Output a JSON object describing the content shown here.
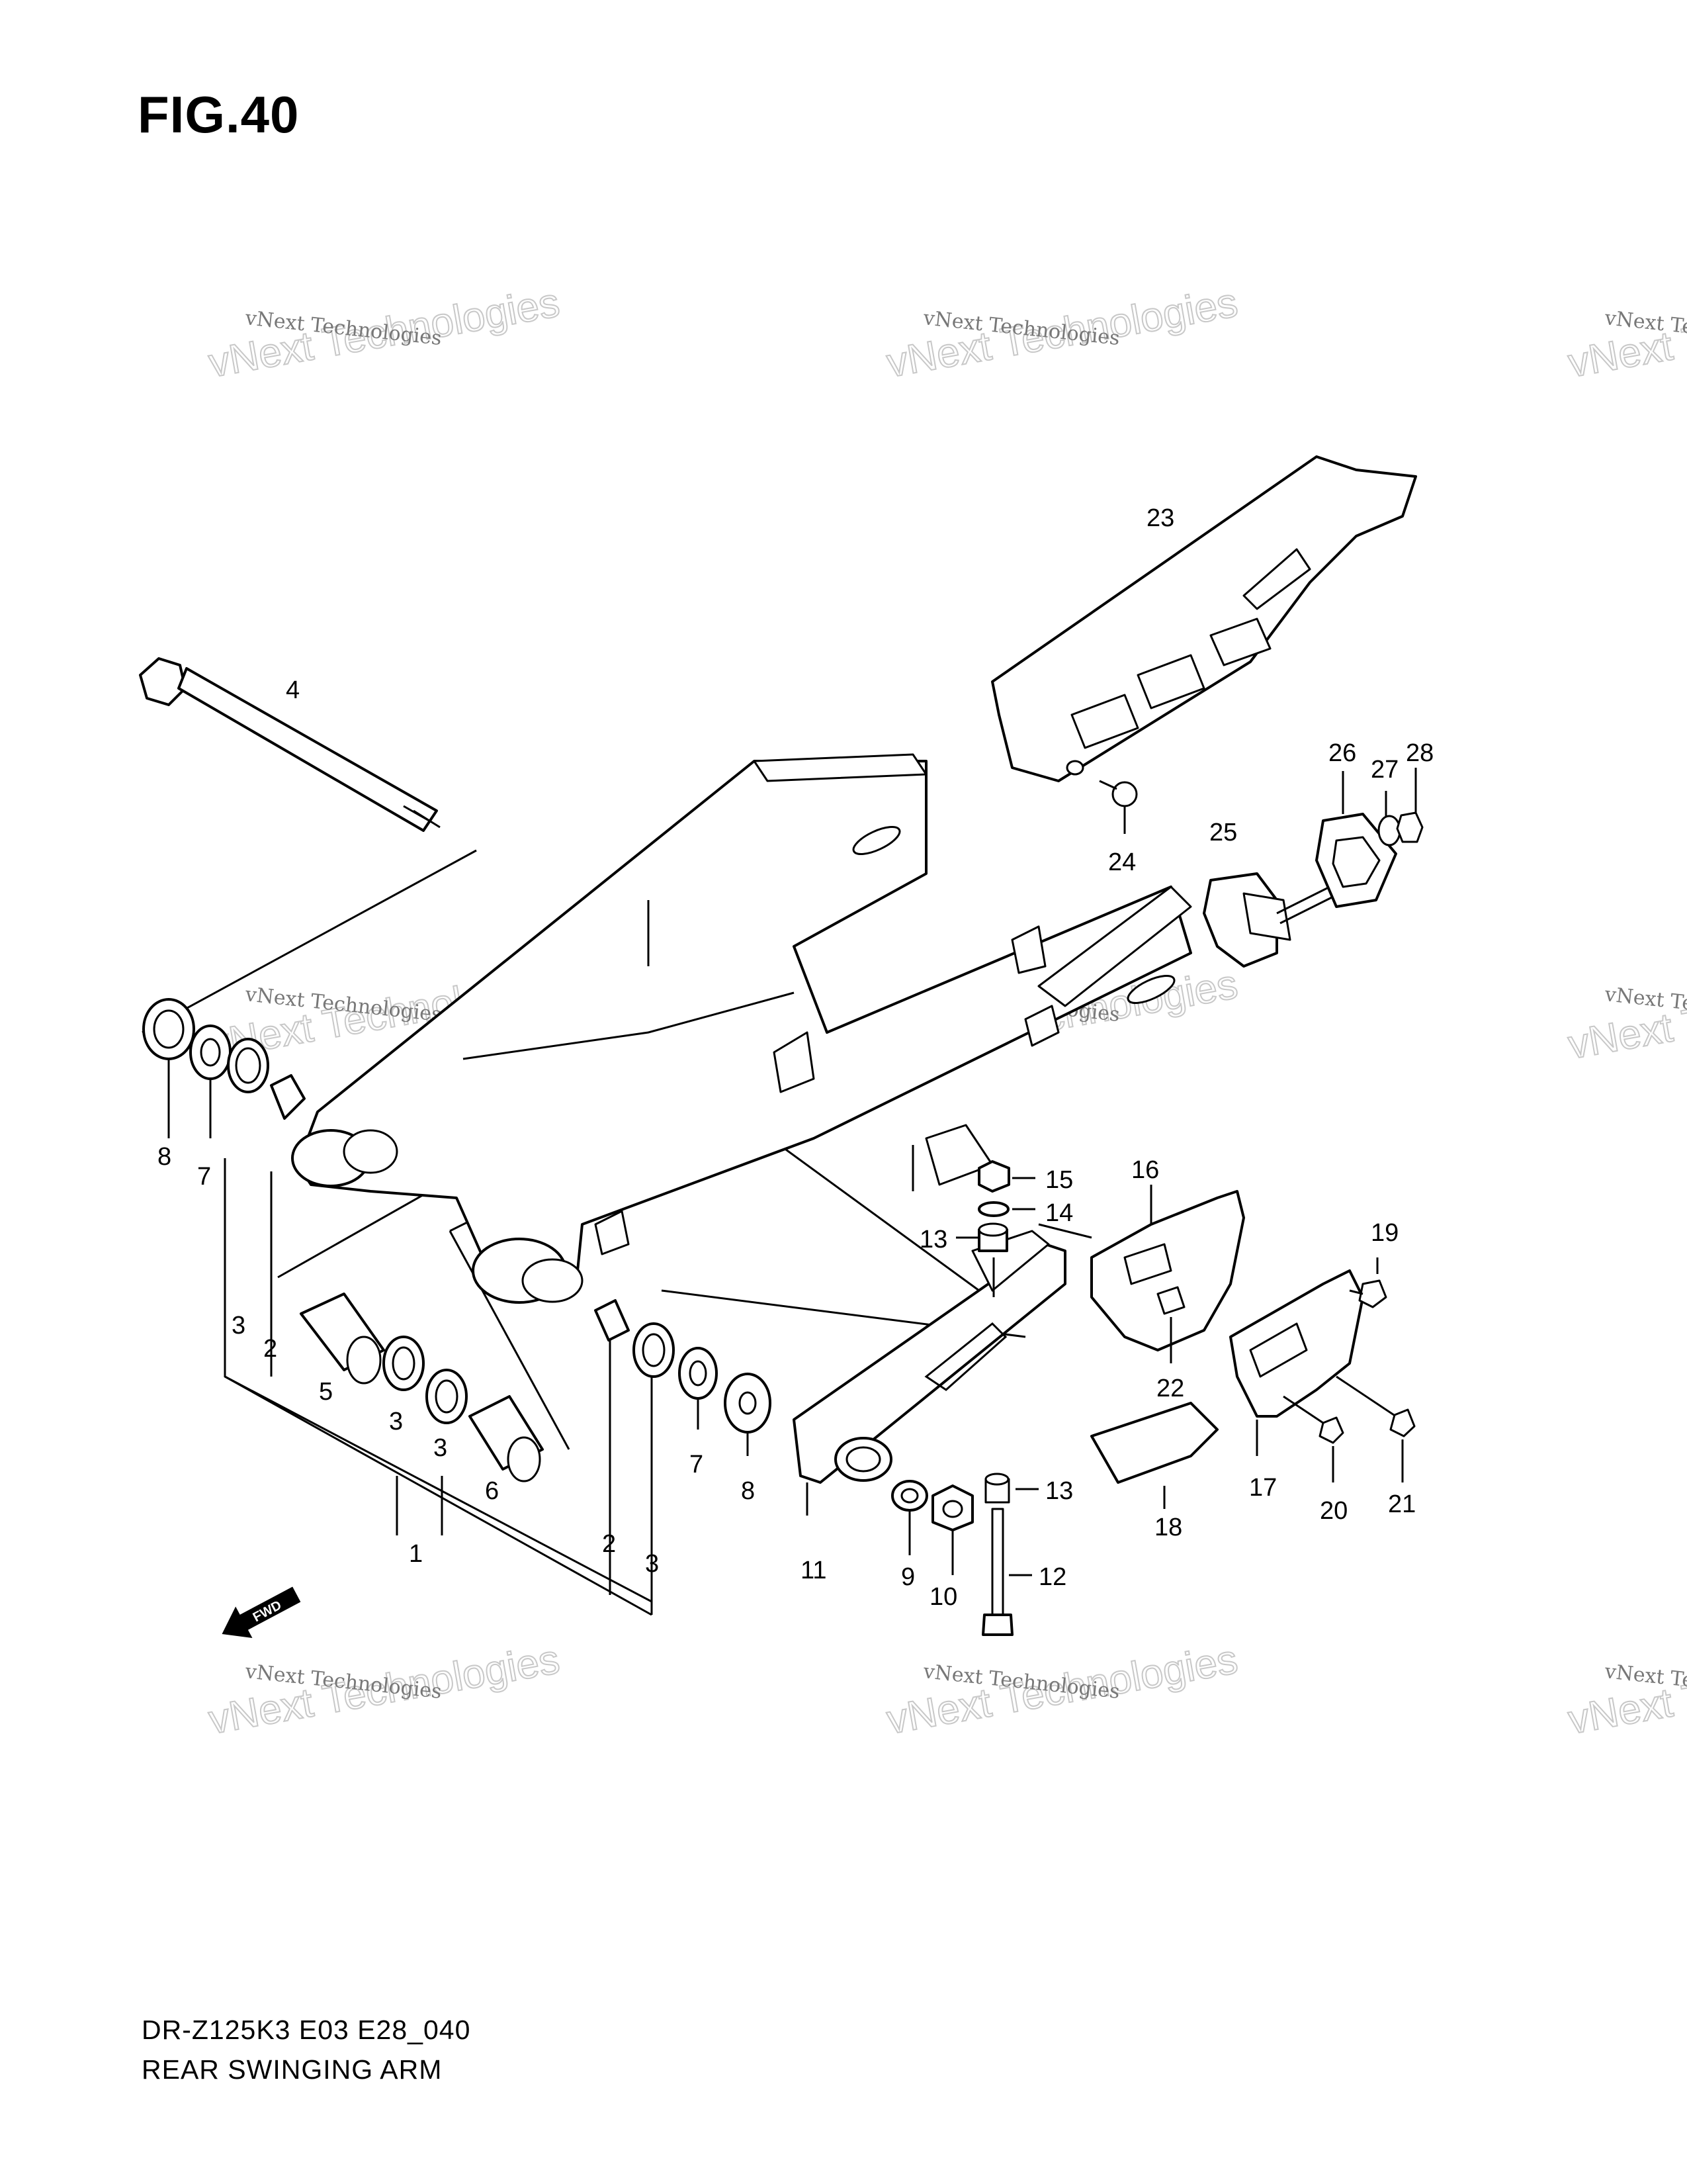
{
  "figure": {
    "title": "FIG.40",
    "code": "DR-Z125K3 E03 E28_040",
    "caption": "REAR SWINGING ARM"
  },
  "watermark": {
    "small_text": "vNext Technologies",
    "big_text": "vNext Technologies",
    "color": "#bdbdbd"
  },
  "direction_badge": {
    "label": "FWD",
    "icon": "forward-arrow-icon"
  },
  "callouts": [
    {
      "id": "c4",
      "text": "4"
    },
    {
      "id": "c23",
      "text": "23"
    },
    {
      "id": "c24",
      "text": "24"
    },
    {
      "id": "c25",
      "text": "25"
    },
    {
      "id": "c26",
      "text": "26"
    },
    {
      "id": "c27",
      "text": "27"
    },
    {
      "id": "c28",
      "text": "28"
    },
    {
      "id": "c8a",
      "text": "8"
    },
    {
      "id": "c7a",
      "text": "7"
    },
    {
      "id": "c3a",
      "text": "3"
    },
    {
      "id": "c2a",
      "text": "2"
    },
    {
      "id": "c5",
      "text": "5"
    },
    {
      "id": "c3b",
      "text": "3"
    },
    {
      "id": "c3c",
      "text": "3"
    },
    {
      "id": "c6",
      "text": "6"
    },
    {
      "id": "c1",
      "text": "1"
    },
    {
      "id": "c2b",
      "text": "2"
    },
    {
      "id": "c3d",
      "text": "3"
    },
    {
      "id": "c7b",
      "text": "7"
    },
    {
      "id": "c8b",
      "text": "8"
    },
    {
      "id": "c11",
      "text": "11"
    },
    {
      "id": "c9",
      "text": "9"
    },
    {
      "id": "c10",
      "text": "10"
    },
    {
      "id": "c12",
      "text": "12"
    },
    {
      "id": "c13a",
      "text": "13"
    },
    {
      "id": "c13b",
      "text": "13"
    },
    {
      "id": "c14",
      "text": "14"
    },
    {
      "id": "c15",
      "text": "15"
    },
    {
      "id": "c16",
      "text": "16"
    },
    {
      "id": "c22",
      "text": "22"
    },
    {
      "id": "c18",
      "text": "18"
    },
    {
      "id": "c17",
      "text": "17"
    },
    {
      "id": "c19",
      "text": "19"
    },
    {
      "id": "c20",
      "text": "20"
    },
    {
      "id": "c21",
      "text": "21"
    }
  ]
}
